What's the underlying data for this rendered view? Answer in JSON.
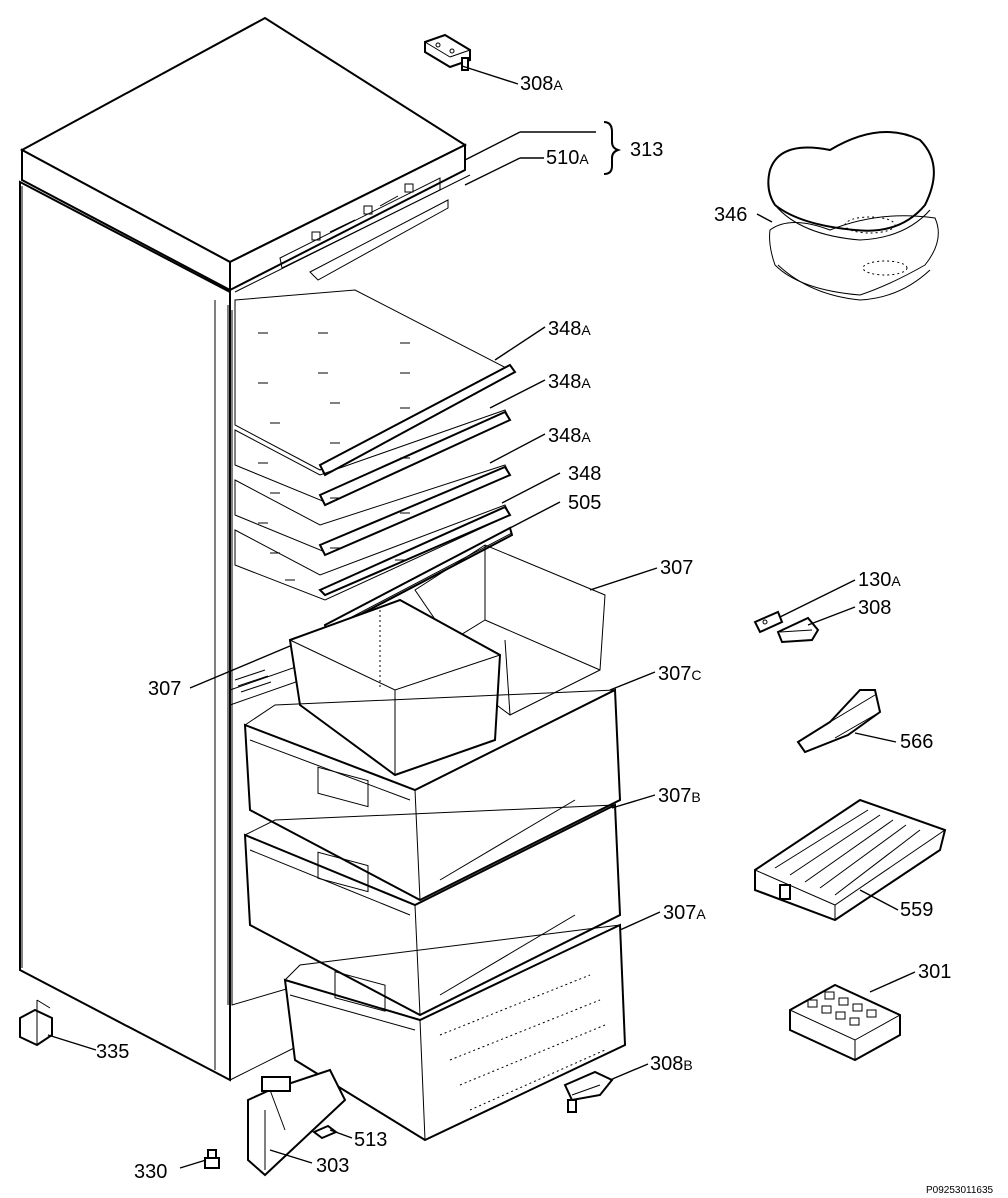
{
  "diagram": {
    "code": "P09253011635",
    "callouts": {
      "c308A": {
        "num": "308",
        "suffix": "A"
      },
      "c313": {
        "num": "313",
        "suffix": ""
      },
      "c510A": {
        "num": "510",
        "suffix": "A"
      },
      "c346": {
        "num": "346",
        "suffix": ""
      },
      "c348A1": {
        "num": "348",
        "suffix": "A"
      },
      "c348A2": {
        "num": "348",
        "suffix": "A"
      },
      "c348A3": {
        "num": "348",
        "suffix": "A"
      },
      "c348": {
        "num": "348",
        "suffix": ""
      },
      "c505": {
        "num": "505",
        "suffix": ""
      },
      "c307R": {
        "num": "307",
        "suffix": ""
      },
      "c307L": {
        "num": "307",
        "suffix": ""
      },
      "c130A": {
        "num": "130",
        "suffix": "A"
      },
      "c308": {
        "num": "308",
        "suffix": ""
      },
      "c307C": {
        "num": "307",
        "suffix": "C"
      },
      "c566": {
        "num": "566",
        "suffix": ""
      },
      "c307B": {
        "num": "307",
        "suffix": "B"
      },
      "c559": {
        "num": "559",
        "suffix": ""
      },
      "c307A": {
        "num": "307",
        "suffix": "A"
      },
      "c301": {
        "num": "301",
        "suffix": ""
      },
      "c335": {
        "num": "335",
        "suffix": ""
      },
      "c308B": {
        "num": "308",
        "suffix": "B"
      },
      "c513": {
        "num": "513",
        "suffix": ""
      },
      "c303": {
        "num": "303",
        "suffix": ""
      },
      "c330": {
        "num": "330",
        "suffix": ""
      }
    }
  }
}
